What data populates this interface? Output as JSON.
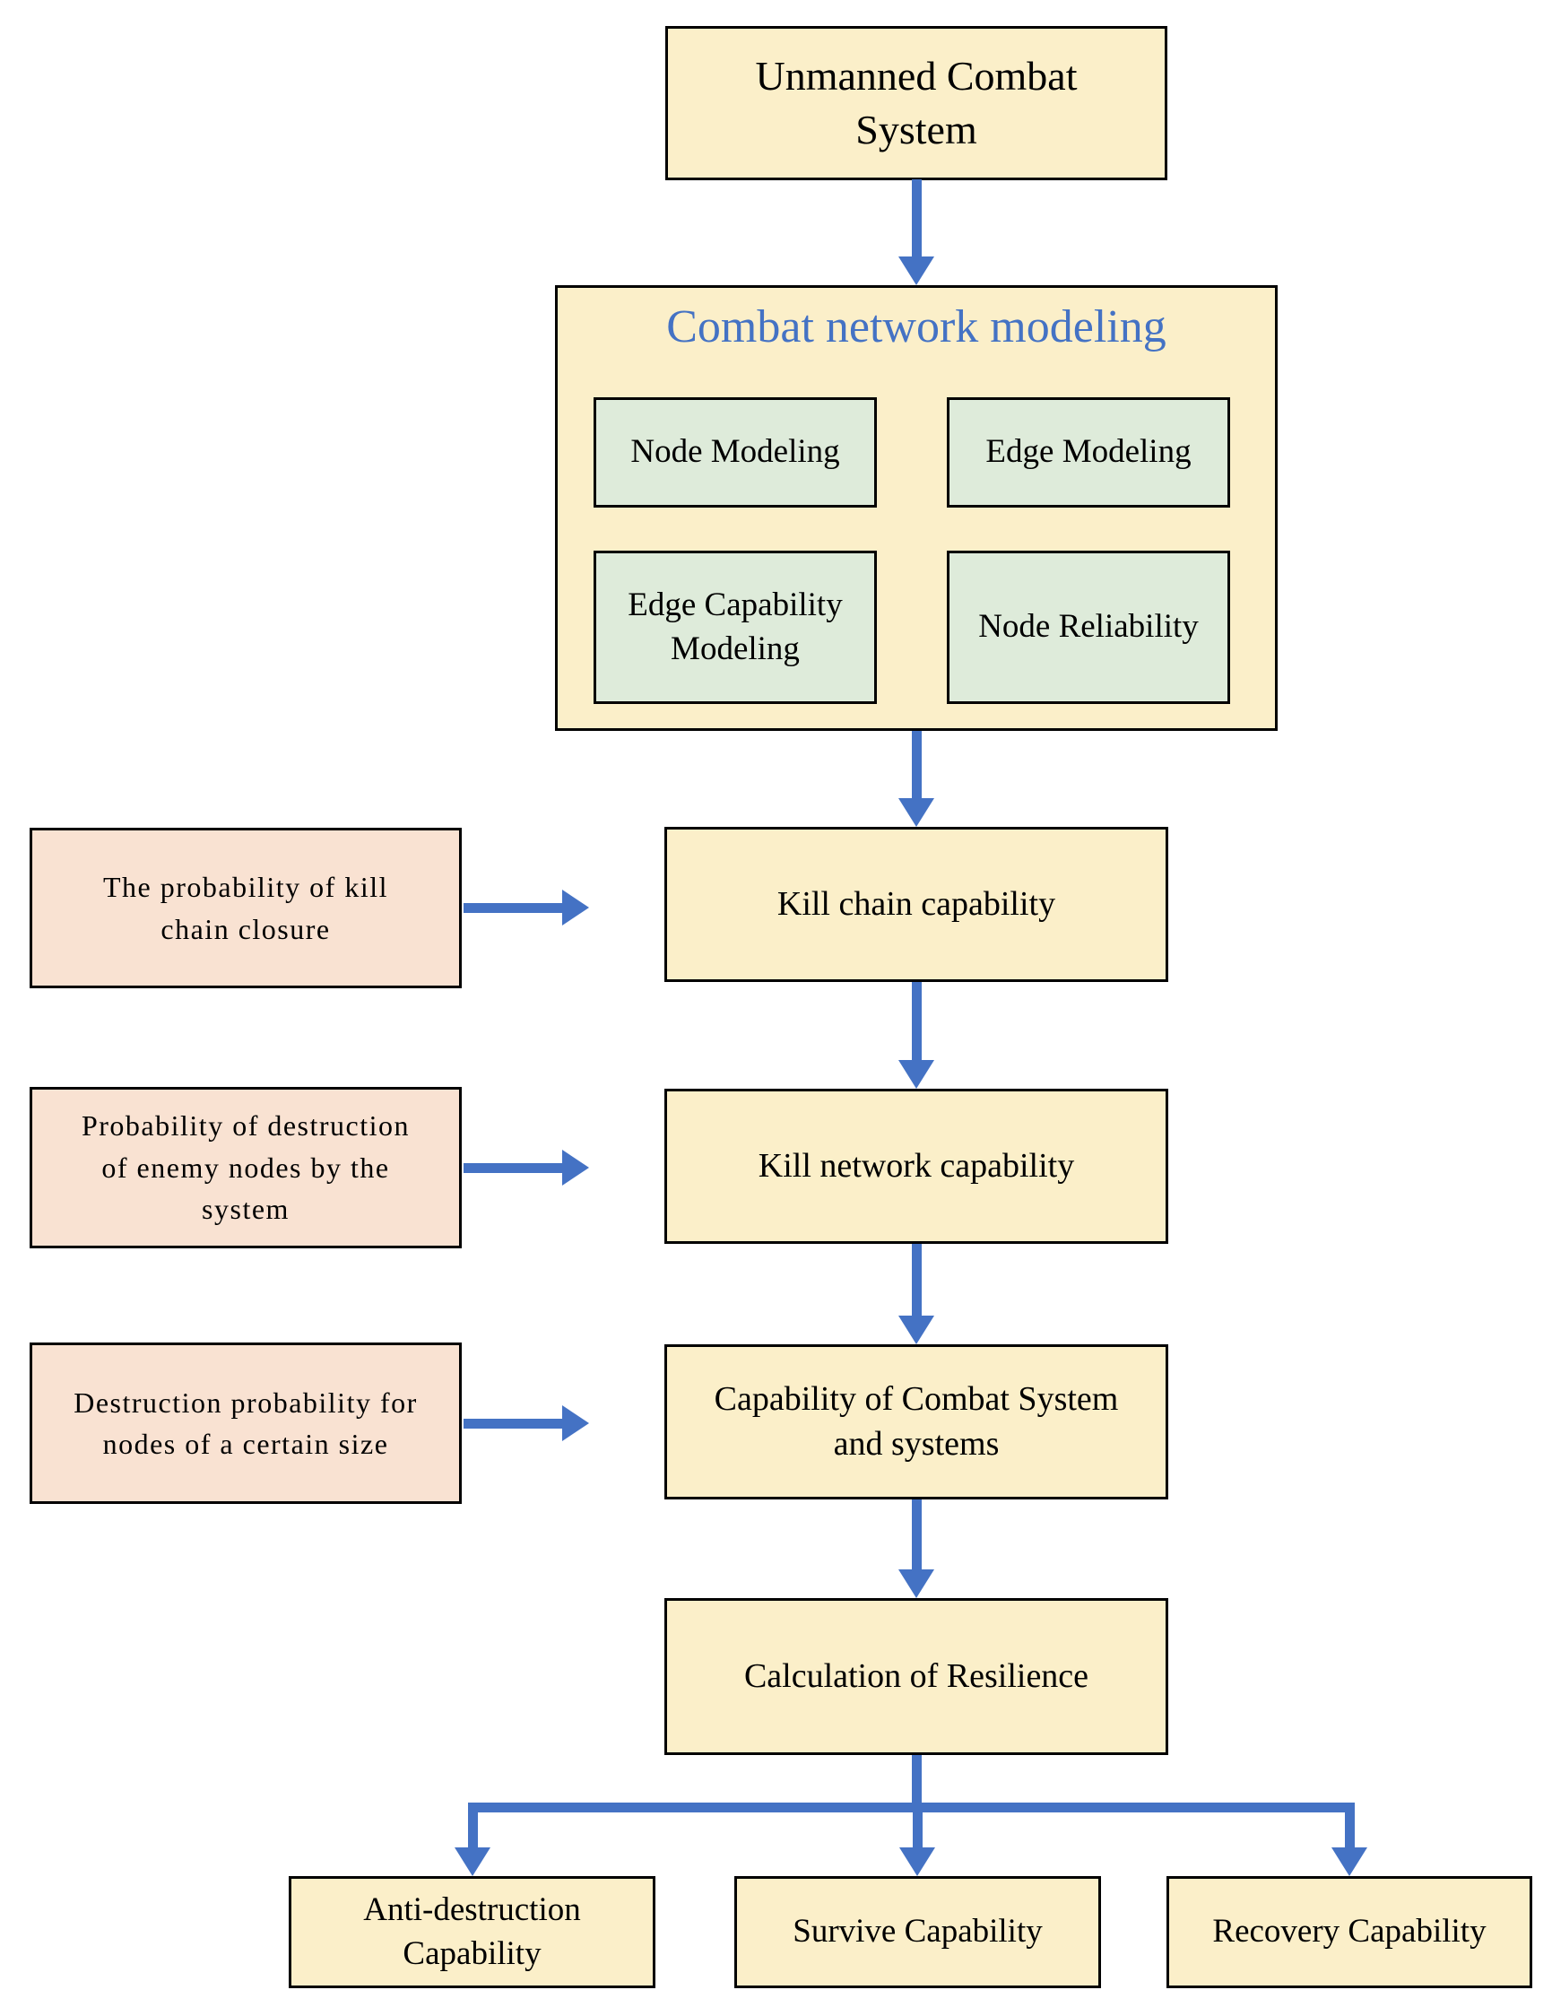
{
  "diagram": {
    "top_box": {
      "label": "Unmanned Combat System"
    },
    "modeling_group": {
      "title": "Combat network modeling",
      "sub_boxes": [
        {
          "label": "Node Modeling"
        },
        {
          "label": "Edge Modeling"
        },
        {
          "label": "Edge Capability Modeling"
        },
        {
          "label": "Node Reliability"
        }
      ]
    },
    "input_boxes": [
      {
        "label": "The probability of kill chain closure"
      },
      {
        "label": "Probability of destruction of enemy nodes by the system"
      },
      {
        "label": "Destruction probability for nodes of a certain size"
      }
    ],
    "flow_boxes": [
      {
        "label": "Kill chain capability"
      },
      {
        "label": "Kill network capability"
      },
      {
        "label": "Capability of Combat System and systems"
      },
      {
        "label": "Calculation of Resilience"
      }
    ],
    "output_boxes": [
      {
        "label": "Anti-destruction Capability"
      },
      {
        "label": "Survive Capability"
      },
      {
        "label": "Recovery Capability"
      }
    ],
    "colors": {
      "arrow_blue": "#4472C4",
      "title_blue": "#4472C4",
      "cream_fill": "#FBEFC9",
      "green_fill": "#DEEBDA",
      "pink_fill": "#F9E2D2",
      "border": "#000000"
    }
  }
}
